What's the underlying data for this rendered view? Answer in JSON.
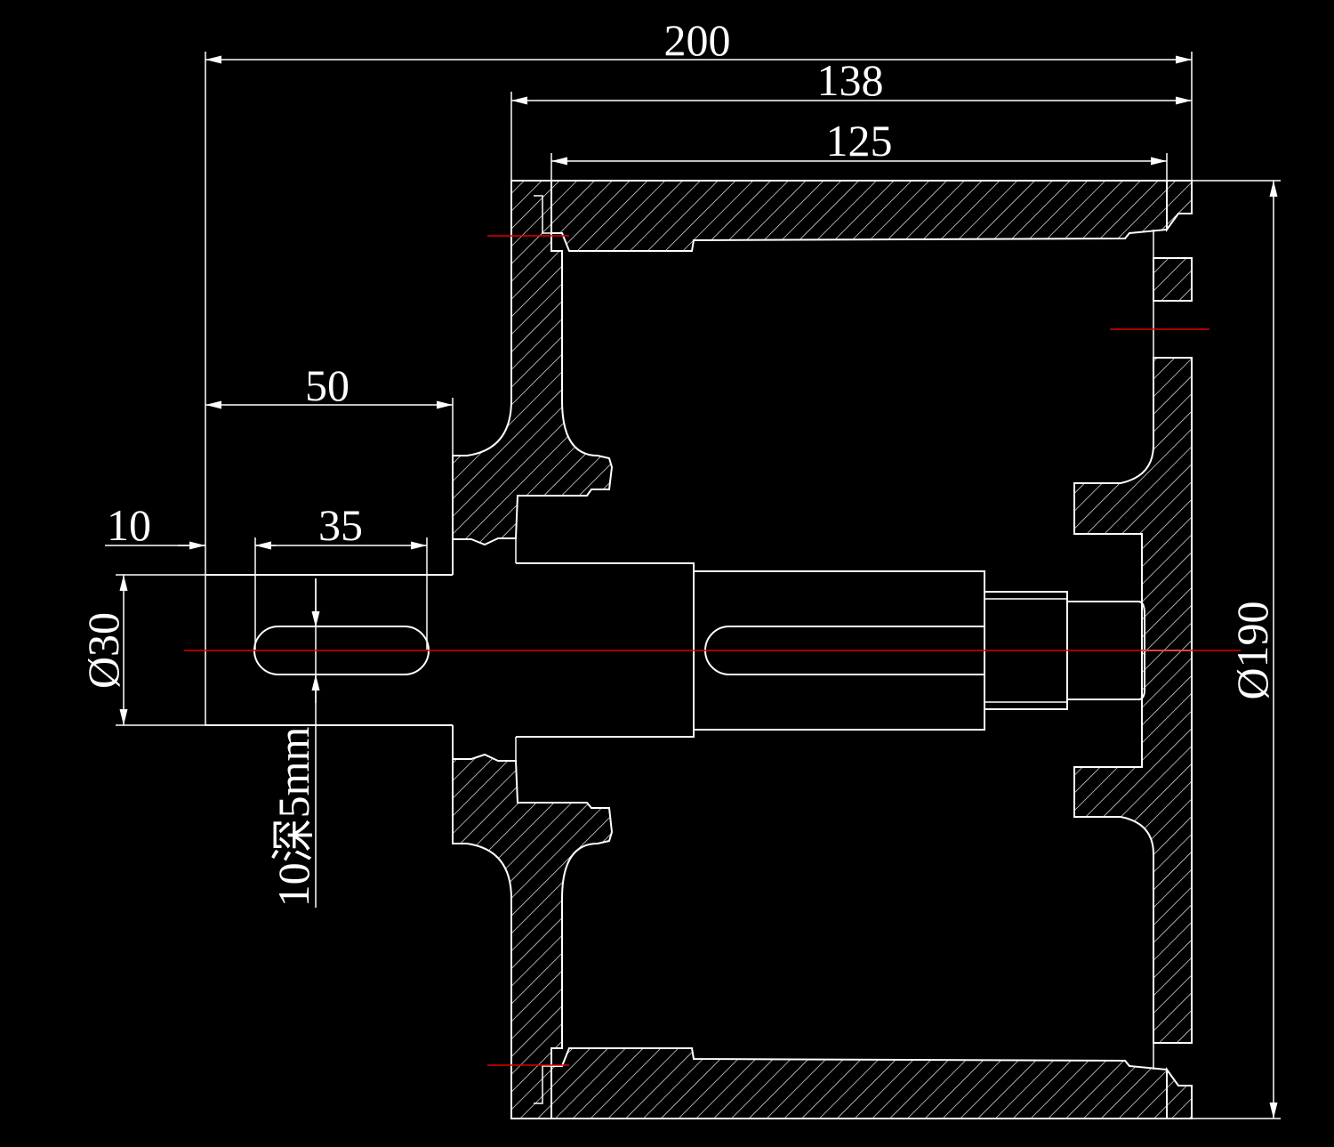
{
  "drawing": {
    "dimensions": {
      "overall_length": "200",
      "drum_width": "138",
      "shell_width": "125",
      "shaft_extension": "50",
      "keyway_offset": "10",
      "keyway_length": "35",
      "shaft_diameter": "Ø30",
      "drum_diameter": "Ø190",
      "keyway_spec": "10深5mm"
    },
    "colors": {
      "background": "#000000",
      "outline": "#ffffff",
      "centerline": "#e00000"
    }
  }
}
